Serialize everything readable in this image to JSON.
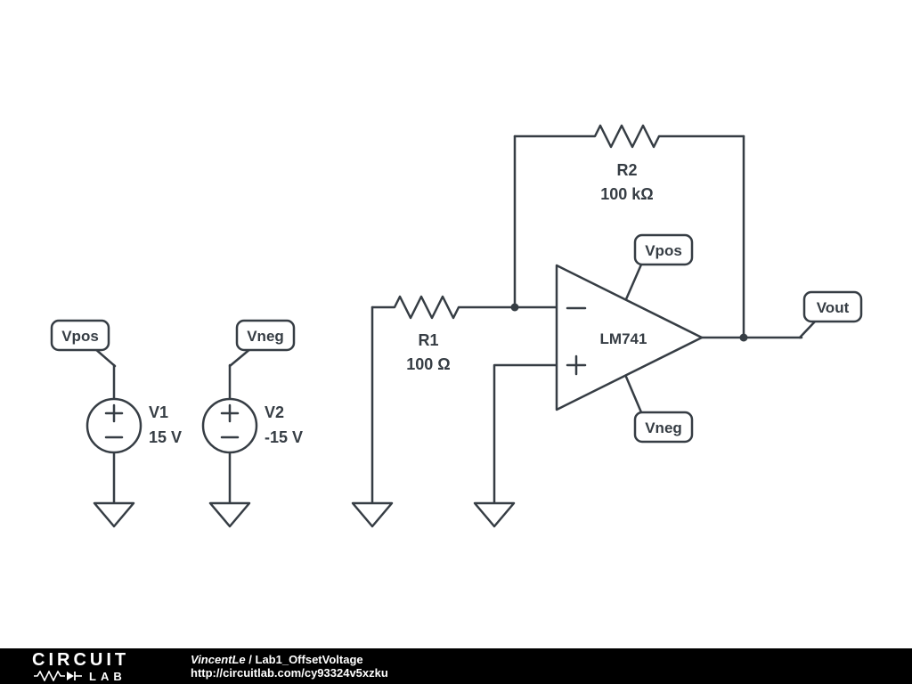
{
  "schematic": {
    "v1": {
      "name": "V1",
      "value": "15 V",
      "flag": "Vpos"
    },
    "v2": {
      "name": "V2",
      "value": "-15 V",
      "flag": "Vneg"
    },
    "r1": {
      "name": "R1",
      "value": "100 Ω"
    },
    "r2": {
      "name": "R2",
      "value": "100 kΩ"
    },
    "opamp": {
      "part": "LM741",
      "flag_vpos": "Vpos",
      "flag_vneg": "Vneg",
      "flag_vout": "Vout"
    }
  },
  "footer": {
    "logo_top": "CIRCUIT",
    "logo_bottom": "LAB",
    "author": "VincentLe",
    "separator": " / ",
    "title": "Lab1_OffsetVoltage",
    "url": "http://circuitlab.com/cy93324v5xzku"
  },
  "colors": {
    "wire": "#363d44",
    "background": "#ffffff",
    "footer_bg": "#000000",
    "footer_text": "#ffffff"
  }
}
